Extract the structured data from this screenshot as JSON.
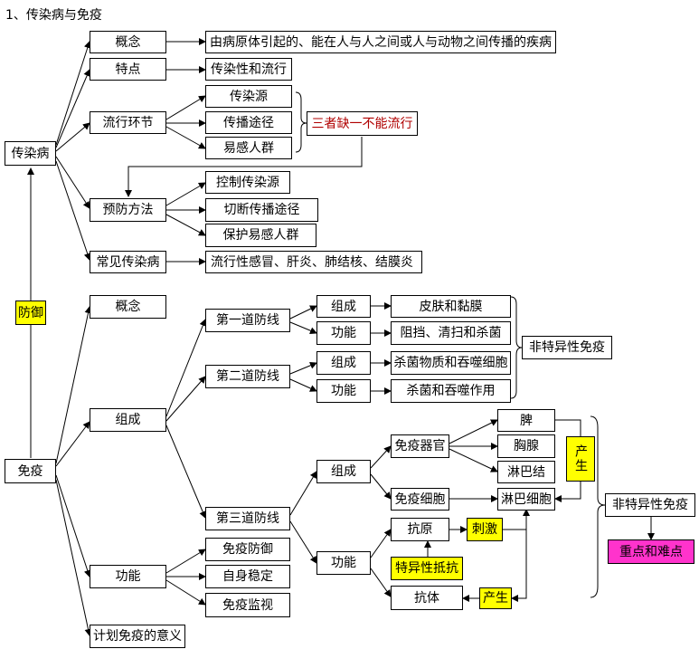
{
  "title": "1、传染病与免疫",
  "nodes": {
    "chuanranbing": "传染病",
    "gainian1": "概念",
    "gainian1_def": "由病原体引起的、能在人与人之间或人与动物之间传播的疾病",
    "tedian": "特点",
    "tedian_val": "传染性和流行",
    "liuxing": "流行环节",
    "crs": "传染源",
    "cbtj": "传播途径",
    "ygrq": "易感人群",
    "sanzhe": "三者缺一不能流行",
    "yufang": "预防方法",
    "kzcry": "控制传染源",
    "qdcbtj": "切断传播途径",
    "bhygrq": "保护易感人群",
    "changjian": "常见传染病",
    "changjian_val": "流行性感冒、肝炎、肺结核、结膜炎",
    "fangyu": "防御",
    "mianyi": "免疫",
    "gainian2": "概念",
    "zucheng": "组成",
    "gongneng": "功能",
    "jihua": "计划免疫的意义",
    "d1": "第一道防线",
    "d2": "第二道防线",
    "d3": "第三道防线",
    "d1_zc": "组成",
    "d1_gn": "功能",
    "d2_zc": "组成",
    "d2_gn": "功能",
    "pfnm": "皮肤和黏膜",
    "zdqs": "阻挡、清扫和杀菌",
    "sjwz": "杀菌物质和吞噬细胞",
    "sjts": "杀菌和吞噬作用",
    "ftyx1": "非特异性免疫",
    "d3_zc": "组成",
    "d3_gn": "功能",
    "myqg": "免疫器官",
    "myxb": "免疫细胞",
    "pi": "脾",
    "xiongxian": "胸腺",
    "linbajie": "淋巴结",
    "lbxb": "淋巴细胞",
    "chansheng1": "产生",
    "kangyuan": "抗原",
    "ciji": "刺激",
    "tyxdk": "特异性抵抗",
    "kangti": "抗体",
    "chansheng2": "产生",
    "ftyx2": "非特异性免疫",
    "zdnd": "重点和难点",
    "myfy": "免疫防御",
    "zswd": "自身稳定",
    "myjs": "免疫监视"
  }
}
